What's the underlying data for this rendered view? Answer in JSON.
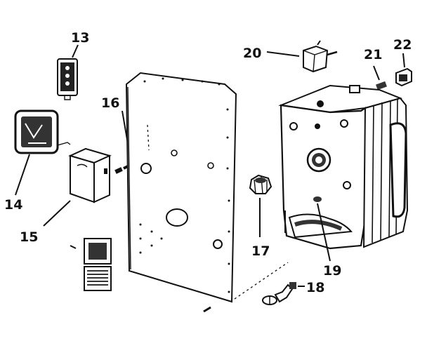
{
  "diagram": {
    "callouts": [
      {
        "id": "13",
        "text": "13"
      },
      {
        "id": "14",
        "text": "14"
      },
      {
        "id": "15",
        "text": "15"
      },
      {
        "id": "16",
        "text": "16"
      },
      {
        "id": "17",
        "text": "17"
      },
      {
        "id": "18",
        "text": "18"
      },
      {
        "id": "19",
        "text": "19"
      },
      {
        "id": "20",
        "text": "20"
      },
      {
        "id": "21",
        "text": "21"
      },
      {
        "id": "22",
        "text": "22"
      }
    ]
  }
}
